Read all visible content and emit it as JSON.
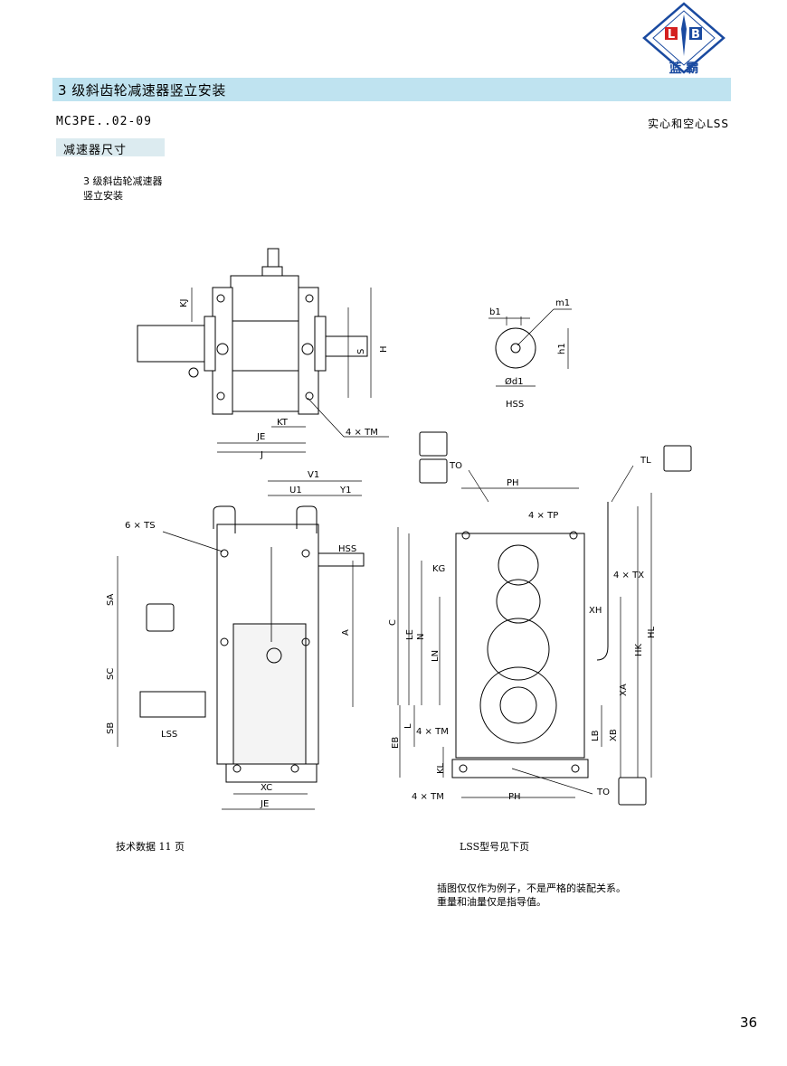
{
  "logo": {
    "letters_left": "L",
    "letters_right": "B",
    "name": "蓝 霸"
  },
  "header": {
    "title": "3 级斜齿轮减速器竖立安装",
    "model": "MC3PE..02-09",
    "shaft_type": "实心和空心LSS",
    "section": "减速器尺寸",
    "desc_line1": "3 级斜齿轮减速器",
    "desc_line2": "竖立安装"
  },
  "labels": {
    "KJ": "KJ",
    "S": "S",
    "H": "H",
    "KT": "KT",
    "JE": "JE",
    "J": "J",
    "TM4": "4 × TM",
    "b1": "b1",
    "m1": "m1",
    "h1": "h1",
    "d1": "Ød1",
    "HSS": "HSS",
    "V1": "V1",
    "U1": "U1",
    "Y1": "Y1",
    "TS6": "6 × TS",
    "SA": "SA",
    "SC": "SC",
    "SB": "SB",
    "LSS": "LSS",
    "A": "A",
    "XC": "XC",
    "JE2": "JE",
    "TO": "TO",
    "PH": "PH",
    "TP4": "4 × TP",
    "TL": "TL",
    "KG": "KG",
    "TX4": "4 × TX",
    "XH": "XH",
    "C": "C",
    "LE": "LE",
    "N": "N",
    "LN": "LN",
    "HK": "HK",
    "HL": "HL",
    "XA": "XA",
    "L": "L",
    "TM4b": "4 × TM",
    "EB": "EB",
    "LB": "LB",
    "XB": "XB",
    "KL": "KL",
    "TM4c": "4 × TM",
    "PH2": "PH",
    "TO2": "TO"
  },
  "footer": {
    "tech_note": "技术数据 11 页",
    "lss_note": "LSS型号见下页",
    "note_line1": "插图仅仅作为例子，不是严格的装配关系。",
    "note_line2": "重量和油量仅是指导值。",
    "page_number": "36"
  }
}
